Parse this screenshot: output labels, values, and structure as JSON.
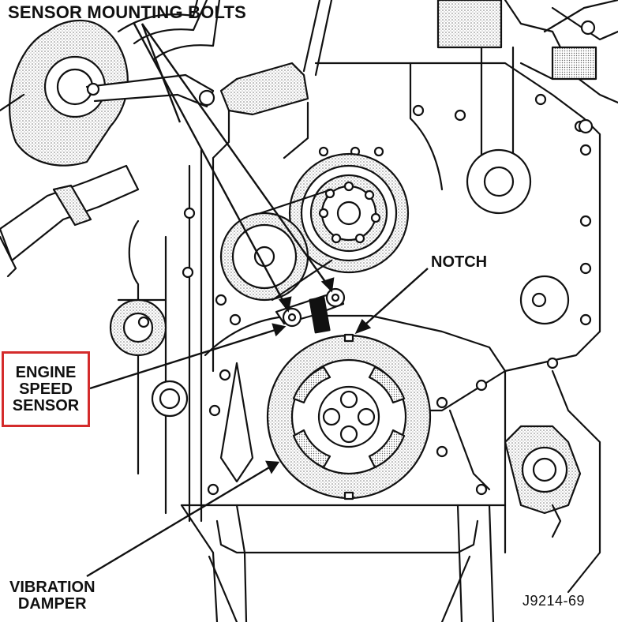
{
  "labels": {
    "sensor_mounting_bolts": "SENSOR MOUNTING BOLTS",
    "notch": "NOTCH",
    "engine_speed_sensor": [
      "ENGINE",
      "SPEED",
      "SENSOR"
    ],
    "vibration_damper": [
      "VIBRATION",
      "DAMPER"
    ],
    "figure_code": "J9214-69"
  },
  "colors": {
    "line": "#111111",
    "stipple": "#9a9a9a",
    "highlight_box": "#d42b2b",
    "background": "#ffffff"
  }
}
